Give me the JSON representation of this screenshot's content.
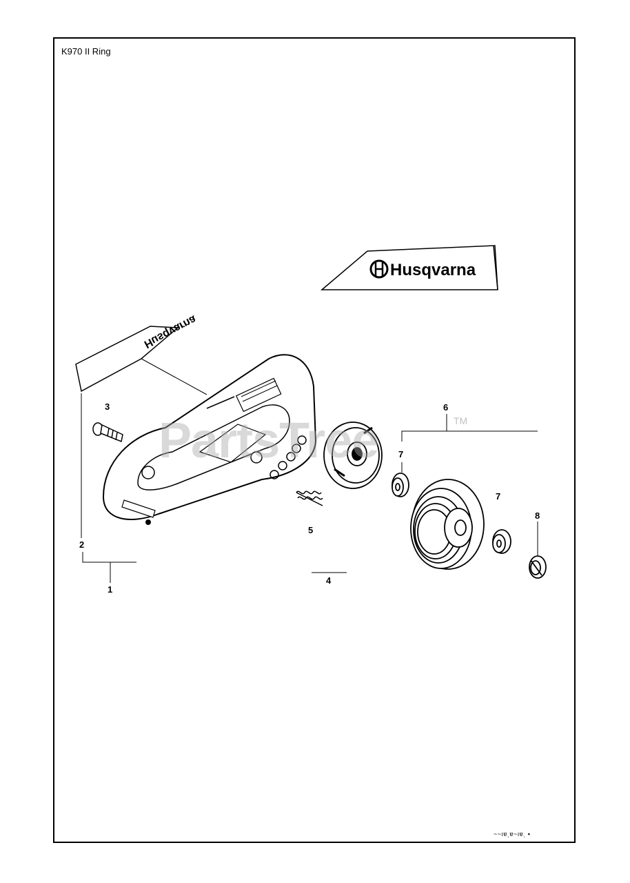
{
  "title": "K970 II Ring",
  "footer_code": "~~ıɐˎɐ~ıɐˎ  ▪",
  "brand_decal": "Husqvarna",
  "watermark": "PartsTree",
  "watermark_tm": "TM",
  "callouts": {
    "c1": "1",
    "c2": "2",
    "c3": "3",
    "c4": "4",
    "c5": "5",
    "c6": "6",
    "c7a": "7",
    "c7b": "7",
    "c8": "8"
  }
}
